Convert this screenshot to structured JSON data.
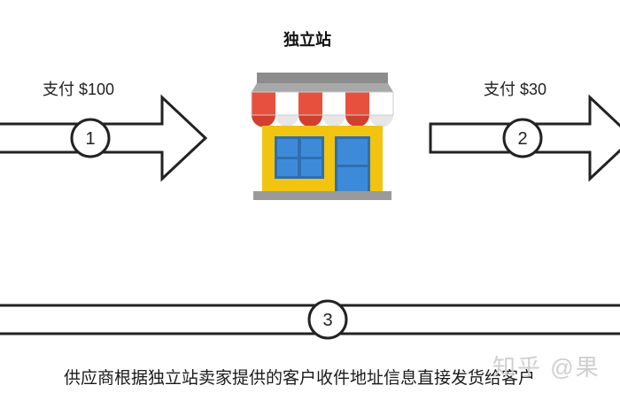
{
  "diagram": {
    "store_label": "独立站",
    "step1_label": "支付 $100",
    "step2_label": "支付 $30",
    "step_numbers": [
      "1",
      "2",
      "3"
    ],
    "caption": "供应商根据独立站卖家提供的客户收件地址信息直接发货给客户",
    "watermark": "知乎 @果"
  },
  "colors": {
    "line": "#222222",
    "awning_red": "#e8503e",
    "awning_white": "#ffffff",
    "roof_gray": "#8c8c8c",
    "wall_yellow": "#f2c40f",
    "window_blue": "#3d8bd8",
    "window_frame": "#2f6fb0",
    "base_gray": "#9a9a9a"
  }
}
